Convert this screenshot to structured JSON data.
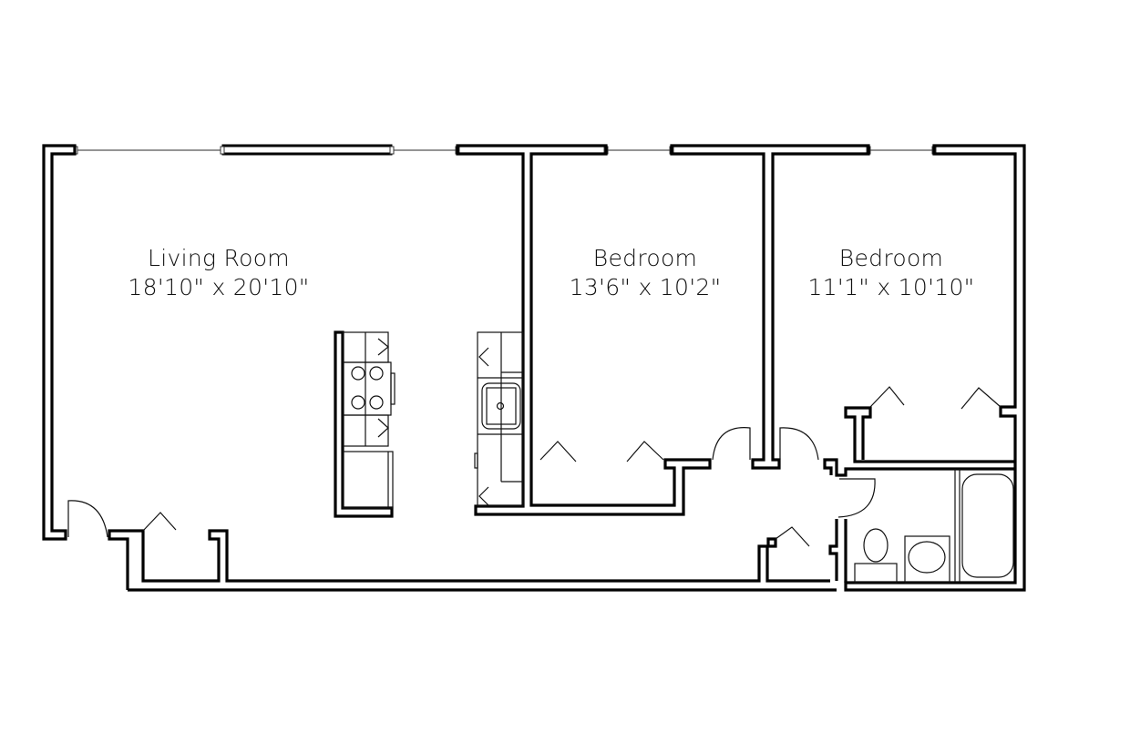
{
  "floor_plan": {
    "rooms": [
      {
        "id": "living-room",
        "name": "Living Room",
        "dimensions": "18'10\" x 20'10\""
      },
      {
        "id": "bedroom-1",
        "name": "Bedroom",
        "dimensions": "13'6\" x 10'2\""
      },
      {
        "id": "bedroom-2",
        "name": "Bedroom",
        "dimensions": "11'1\" x 10'10\""
      }
    ],
    "fixtures": [
      "kitchen-island-with-range",
      "kitchen-counter-with-sink",
      "bathtub",
      "toilet",
      "bathroom-sink",
      "closets",
      "doors",
      "windows"
    ],
    "colors": {
      "line": "#000000",
      "background": "#ffffff"
    }
  }
}
